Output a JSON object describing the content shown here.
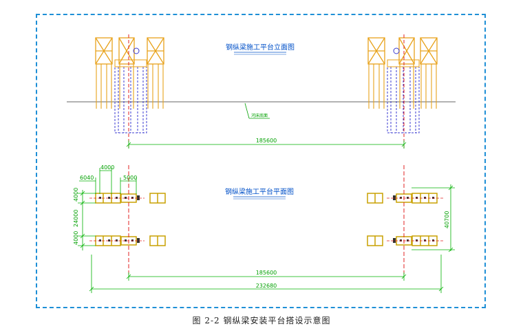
{
  "elevation_title": "钢纵梁施工平台立面图",
  "plan_title": "钢纵梁施工平台平面图",
  "ground_label": "河床底面",
  "dims": {
    "span_elev": "185600",
    "span_plan": "185600",
    "total": "232680",
    "d6040": "6040",
    "d4000": "4000",
    "d5000": "5000",
    "left_v1": "4000",
    "left_v2": "24000",
    "left_v3": "4000",
    "right_v": "40700"
  },
  "caption": "图 2-2 钢纵梁安装平台搭设示意图",
  "colors": {
    "frame": "#1e8fd6",
    "scaffold": "#e8a21a",
    "dimension": "#00b000",
    "pile": "#3a3ad0",
    "axis": "#e02020"
  }
}
